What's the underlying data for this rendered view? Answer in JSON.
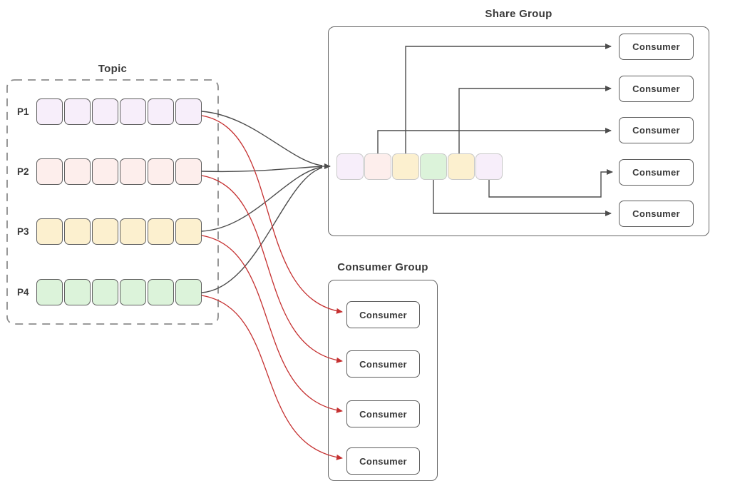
{
  "topic": {
    "title": "Topic",
    "partitions": [
      {
        "label": "P1",
        "color": "#f7eefa",
        "cell_count": 6
      },
      {
        "label": "P2",
        "color": "#fdeeec",
        "cell_count": 6
      },
      {
        "label": "P3",
        "color": "#fcf0cf",
        "cell_count": 6
      },
      {
        "label": "P4",
        "color": "#dcf3da",
        "cell_count": 6
      }
    ]
  },
  "share_group": {
    "title": "Share Group",
    "queue_cells": [
      {
        "color": "#f7eefa"
      },
      {
        "color": "#fdeeec"
      },
      {
        "color": "#fcf0cf"
      },
      {
        "color": "#dcf3da"
      },
      {
        "color": "#fcf0cf"
      },
      {
        "color": "#f7eefa"
      }
    ],
    "consumers": [
      {
        "label": "Consumer"
      },
      {
        "label": "Consumer"
      },
      {
        "label": "Consumer"
      },
      {
        "label": "Consumer"
      },
      {
        "label": "Consumer"
      }
    ]
  },
  "consumer_group": {
    "title": "Consumer Group",
    "consumers": [
      {
        "label": "Consumer"
      },
      {
        "label": "Consumer"
      },
      {
        "label": "Consumer"
      },
      {
        "label": "Consumer"
      }
    ]
  },
  "colors": {
    "partition_to_share_link": "#4d4d4d",
    "partition_to_consumer_link": "#c53030",
    "box_border": "#666666",
    "topic_cell_border": "#5f5f5f",
    "queue_cell_border": "#c9c9c9",
    "dashed_border": "#8c8c8c",
    "text": "#3a3a3a"
  }
}
